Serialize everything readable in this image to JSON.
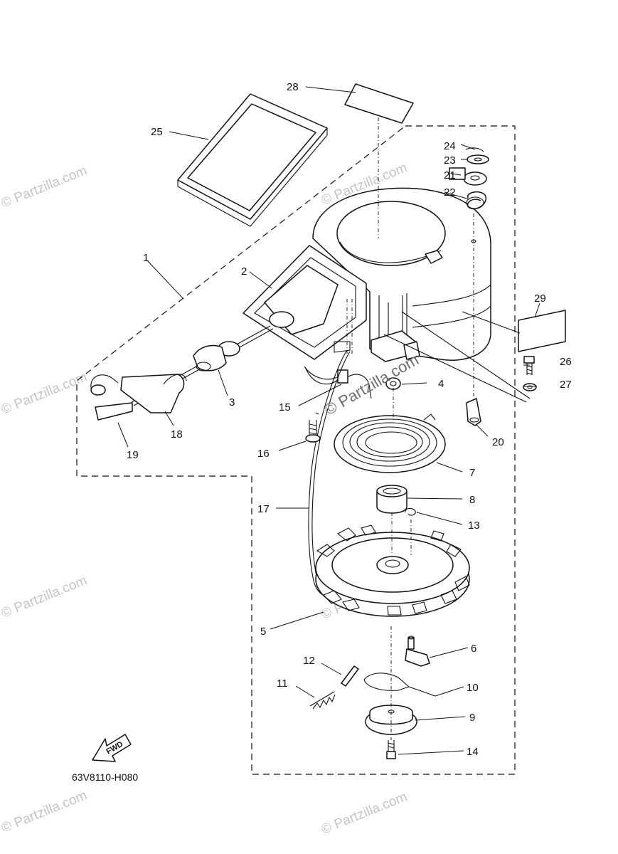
{
  "diagram": {
    "drawing_code": "63V8110-H080",
    "fwd_label": "FWD",
    "watermark_text": "© Partzilla.com",
    "callouts": {
      "c1": "1",
      "c2": "2",
      "c3": "3",
      "c4": "4",
      "c5": "5",
      "c6": "6",
      "c7": "7",
      "c8": "8",
      "c9": "9",
      "c10": "10",
      "c11": "11",
      "c12": "12",
      "c13": "13",
      "c14": "14",
      "c15": "15",
      "c16": "16",
      "c17": "17",
      "c18": "18",
      "c19": "19",
      "c20": "20",
      "c21": "21",
      "c22": "22",
      "c23": "23",
      "c24": "24",
      "c25": "25",
      "c26": "26",
      "c27": "27",
      "c28": "28",
      "c29": "29"
    }
  }
}
